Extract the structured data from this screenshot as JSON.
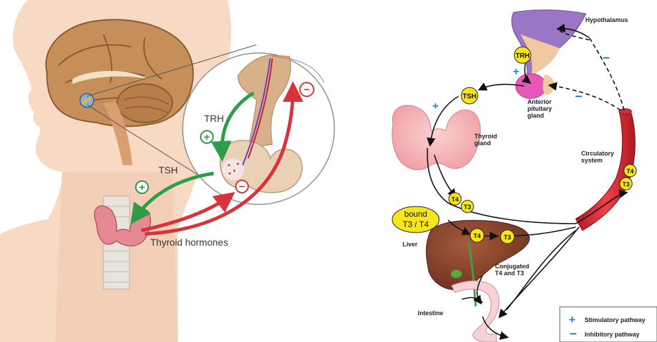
{
  "left_panel": {
    "trh": "TRH",
    "tsh": "TSH",
    "thyroid_hormones": "Thyroid hormones",
    "plus_symbol": "+",
    "minus_symbol": "−"
  },
  "right_panel": {
    "hypothalamus": "Hypothalamus",
    "trh": "TRH",
    "tsh": "TSH",
    "anterior_pituitary_line1": "Anterior",
    "anterior_pituitary_line2": "pituitary",
    "anterior_pituitary_line3": "gland",
    "thyroid_gland_line1": "Thyroid",
    "thyroid_gland_line2": "gland",
    "circulatory_line1": "Circulatory",
    "circulatory_line2": "system",
    "bound_line1": "bound",
    "bound_line2": "T3 / T4",
    "liver": "Liver",
    "conjugated_line1": "Conjugated",
    "conjugated_line2": "T4 and T3",
    "intestine": "Intestine",
    "t4": "T4",
    "t3": "T3",
    "plus_symbol": "+",
    "minus_symbol": "−"
  },
  "legend": {
    "stimulatory_symbol": "+",
    "stimulatory_label": "Stimulatory pathway",
    "inhibitory_symbol": "−",
    "inhibitory_label": "Inhibitory pathway"
  },
  "colors": {
    "skin": "#f8d8c3",
    "brain": "#c9955f",
    "stimulatory": "#2e9d47",
    "inhibitory": "#d8333a",
    "hormone_badge": "#f6e41c",
    "legend_plus": "#1f8bd6"
  }
}
